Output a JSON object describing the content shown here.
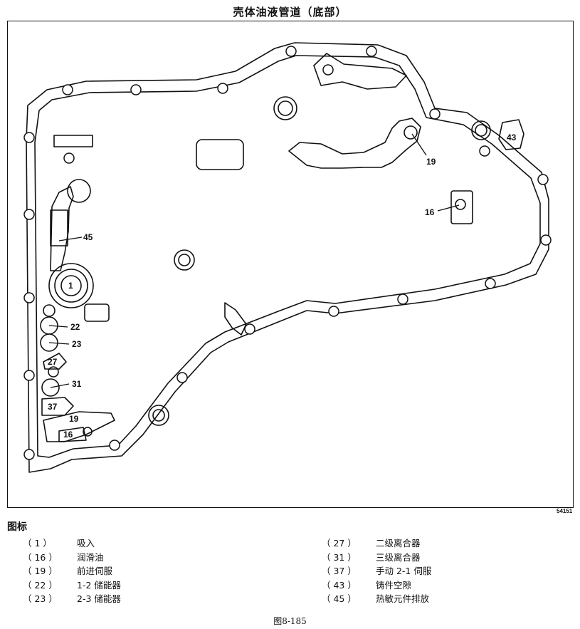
{
  "title": "壳体油液管道（底部）",
  "figure_code": "54151",
  "diagram_labels": {
    "c1": "1",
    "c16_main": "16",
    "c16_small": "16",
    "c19_main": "19",
    "c19_small": "19",
    "c22": "22",
    "c23": "23",
    "c27": "27",
    "c31": "31",
    "c37": "37",
    "c43": "43",
    "c45": "45"
  },
  "legend": {
    "heading": "图标",
    "left": [
      {
        "num": "（ 1 ）",
        "label": "吸入"
      },
      {
        "num": "（ 16 ）",
        "label": "润滑油"
      },
      {
        "num": "（ 19 ）",
        "label": "前进伺服"
      },
      {
        "num": "（ 22 ）",
        "label": "1-2 储能器"
      },
      {
        "num": "（ 23 ）",
        "label": "2-3 储能器"
      }
    ],
    "right": [
      {
        "num": "（ 27 ）",
        "label": "二级离合器"
      },
      {
        "num": "（ 31 ）",
        "label": "三级离合器"
      },
      {
        "num": "（ 37 ）",
        "label": "手动 2-1 伺服"
      },
      {
        "num": "（ 43 ）",
        "label": "铸件空隙"
      },
      {
        "num": "（ 45 ）",
        "label": "热敏元件排放"
      }
    ]
  },
  "caption": "图8-185"
}
